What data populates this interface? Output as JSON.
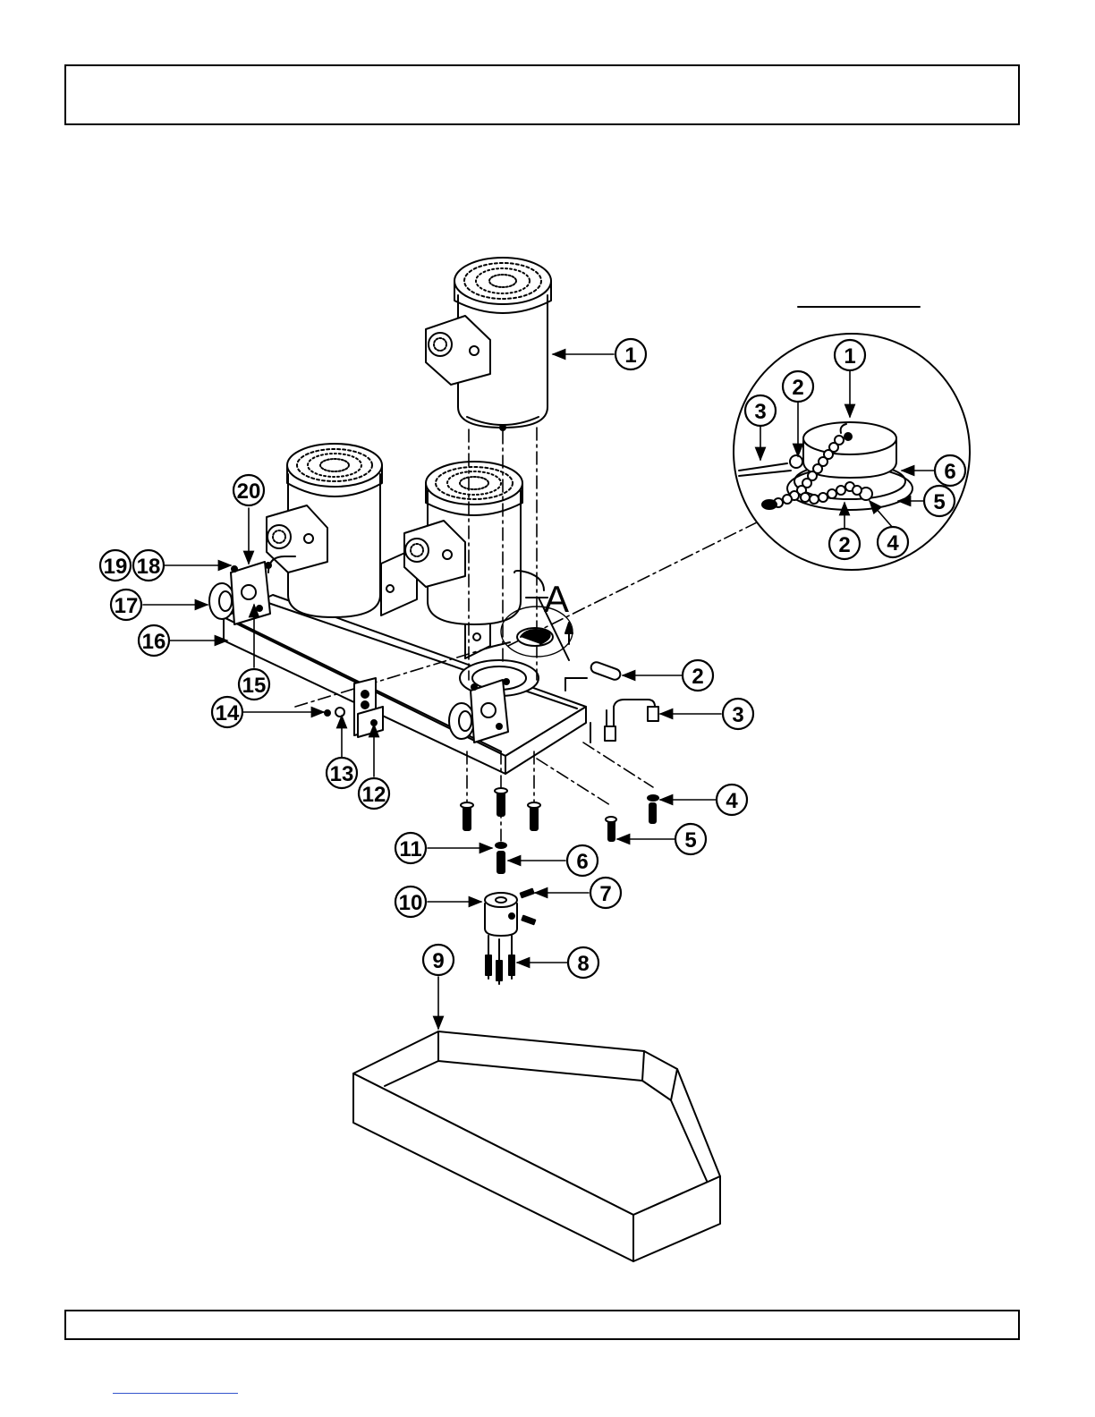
{
  "colors": {
    "ink": "#000000",
    "paper": "#ffffff",
    "link": "#3355cc"
  },
  "detail": {
    "view_letter": "A"
  },
  "main_callouts": [
    {
      "id": "1",
      "label": "1"
    },
    {
      "id": "2",
      "label": "2"
    },
    {
      "id": "3",
      "label": "3"
    },
    {
      "id": "4",
      "label": "4"
    },
    {
      "id": "5",
      "label": "5"
    },
    {
      "id": "6",
      "label": "6"
    },
    {
      "id": "7",
      "label": "7"
    },
    {
      "id": "8",
      "label": "8"
    },
    {
      "id": "9",
      "label": "9"
    },
    {
      "id": "10",
      "label": "10"
    },
    {
      "id": "11",
      "label": "11"
    },
    {
      "id": "12",
      "label": "12"
    },
    {
      "id": "13",
      "label": "13"
    },
    {
      "id": "14",
      "label": "14"
    },
    {
      "id": "15",
      "label": "15"
    },
    {
      "id": "16",
      "label": "16"
    },
    {
      "id": "17",
      "label": "17"
    },
    {
      "id": "18",
      "label": "18"
    },
    {
      "id": "19",
      "label": "19"
    },
    {
      "id": "20",
      "label": "20"
    }
  ],
  "detail_callouts": [
    {
      "id": "d1",
      "label": "1"
    },
    {
      "id": "d2a",
      "label": "2"
    },
    {
      "id": "d2b",
      "label": "2"
    },
    {
      "id": "d3",
      "label": "3"
    },
    {
      "id": "d4",
      "label": "4"
    },
    {
      "id": "d5",
      "label": "5"
    },
    {
      "id": "d6",
      "label": "6"
    }
  ]
}
